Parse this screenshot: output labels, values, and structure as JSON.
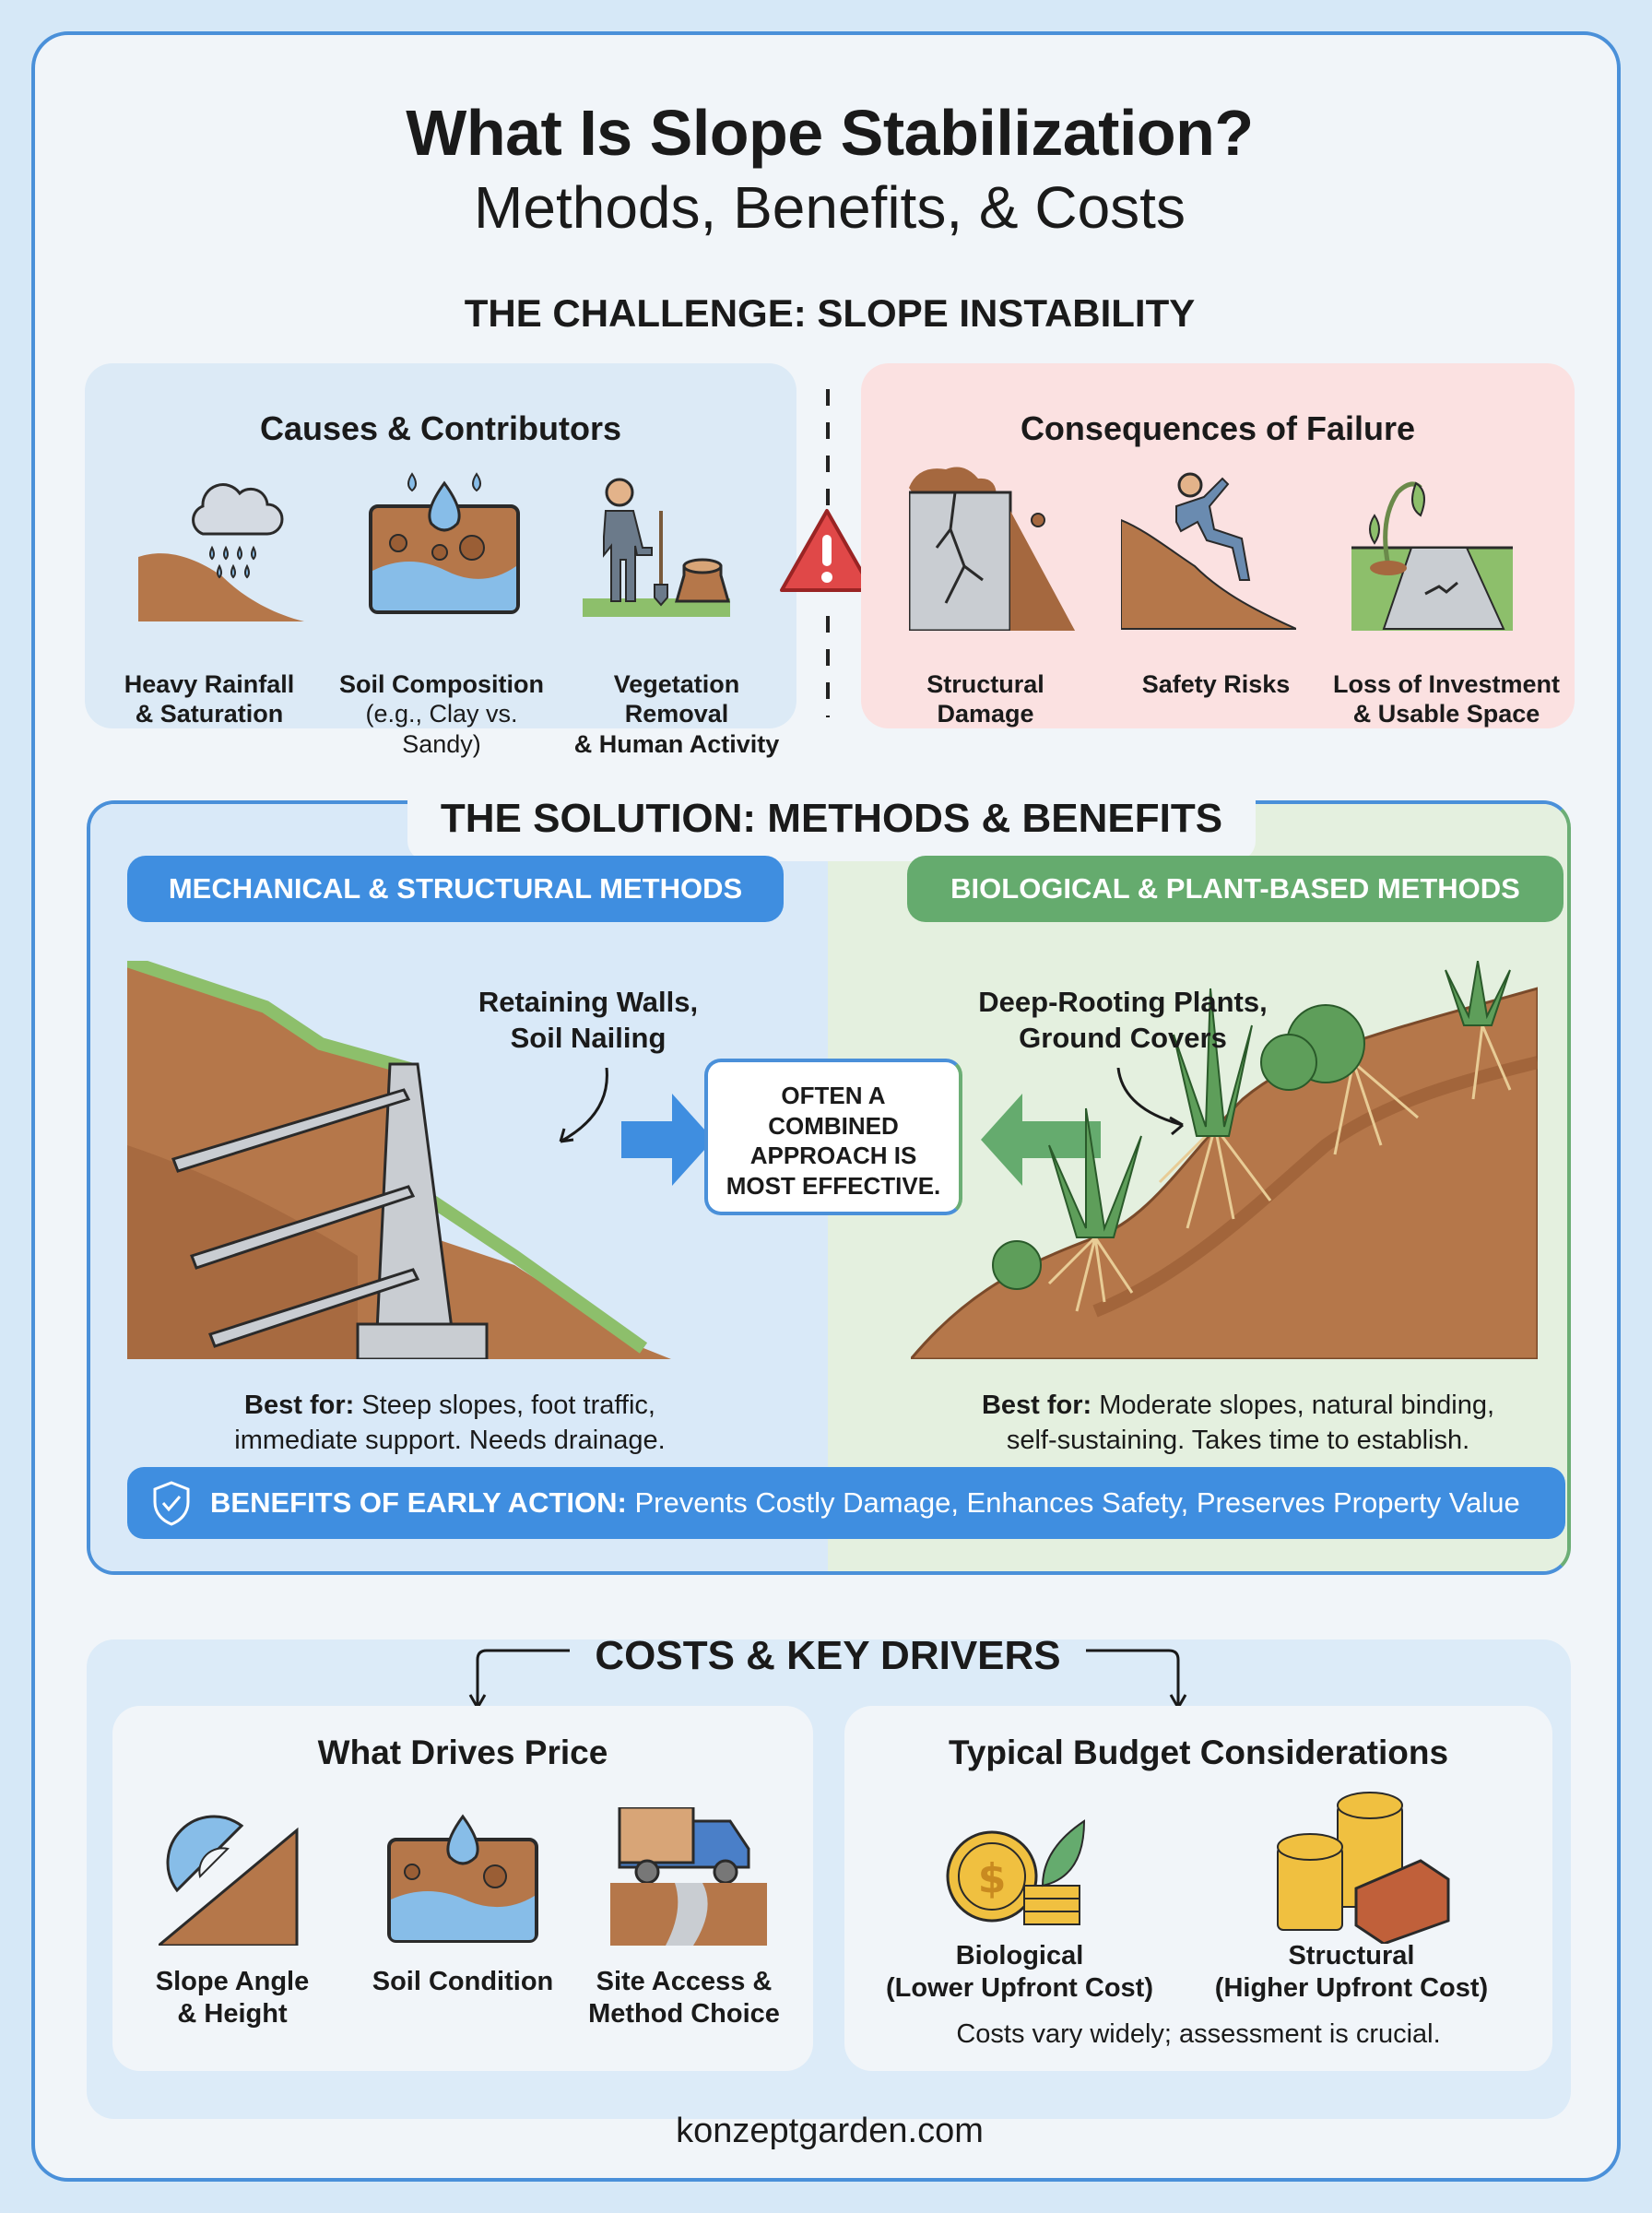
{
  "header": {
    "title": "What Is Slope Stabilization?",
    "subtitle": "Methods, Benefits, & Costs"
  },
  "challenge": {
    "section_title": "THE CHALLENGE: SLOPE INSTABILITY",
    "causes": {
      "heading": "Causes & Contributors",
      "items": [
        {
          "icon": "rain-cloud-slope-icon",
          "line1": "Heavy Rainfall",
          "line2": "& Saturation"
        },
        {
          "icon": "soil-layers-water-icon",
          "line1": "Soil Composition",
          "line2": "(e.g., Clay vs. Sandy)"
        },
        {
          "icon": "person-shovel-stump-icon",
          "line1": "Vegetation Removal",
          "line2": "& Human Activity"
        }
      ]
    },
    "warning_icon": "warning-triangle-icon",
    "consequences": {
      "heading": "Consequences of Failure",
      "items": [
        {
          "icon": "cracked-wall-icon",
          "line1": "Structural",
          "line2": "Damage"
        },
        {
          "icon": "person-falling-slope-icon",
          "line1": "Safety Risks",
          "line2": ""
        },
        {
          "icon": "wilted-plant-cracked-path-icon",
          "line1": "Loss of Investment",
          "line2": "& Usable Space"
        }
      ]
    }
  },
  "solution": {
    "section_title": "THE SOLUTION: METHODS & BENEFITS",
    "mechanical": {
      "label": "MECHANICAL & STRUCTURAL METHODS",
      "callout_line1": "Retaining Walls,",
      "callout_line2": "Soil Nailing",
      "best_for_label": "Best for:",
      "best_for_line1": " Steep slopes, foot traffic,",
      "best_for_line2": "immediate support. Needs drainage."
    },
    "biological": {
      "label": "BIOLOGICAL & PLANT-BASED METHODS",
      "callout_line1": "Deep-Rooting Plants,",
      "callout_line2": "Ground Covers",
      "best_for_label": "Best for:",
      "best_for_line1": " Moderate slopes, natural binding,",
      "best_for_line2": "self-sustaining. Takes time to establish."
    },
    "combined": {
      "lines": [
        "OFTEN A",
        "COMBINED",
        "APPROACH IS",
        "MOST EFFECTIVE."
      ]
    },
    "benefits": {
      "label": "BENEFITS OF EARLY ACTION:",
      "text": " Prevents Costly Damage, Enhances Safety, Preserves Property Value"
    }
  },
  "costs": {
    "section_title": "COSTS & KEY DRIVERS",
    "drivers": {
      "heading": "What Drives Price",
      "items": [
        {
          "icon": "protractor-slope-icon",
          "line1": "Slope Angle",
          "line2": "& Height"
        },
        {
          "icon": "soil-condition-icon",
          "line1": "Soil Condition",
          "line2": ""
        },
        {
          "icon": "truck-access-road-icon",
          "line1": "Site Access &",
          "line2": "Method Choice"
        }
      ]
    },
    "budget": {
      "heading": "Typical Budget Considerations",
      "items": [
        {
          "icon": "coin-plant-icon",
          "line1": "Biological",
          "line2": "(Lower Upfront Cost)"
        },
        {
          "icon": "coin-stacks-brick-icon",
          "line1": "Structural",
          "line2": "(Higher Upfront Cost)"
        }
      ],
      "note": "Costs vary widely; assessment is crucial."
    }
  },
  "footer": {
    "site": "konzeptgarden.com"
  },
  "colors": {
    "accent_blue": "#3f8ee0",
    "accent_green": "#65ab6e",
    "warning_red": "#e04848",
    "soil_brown": "#b5774a",
    "panel_blue": "#dceaf6",
    "panel_red": "#fbe1e1"
  }
}
